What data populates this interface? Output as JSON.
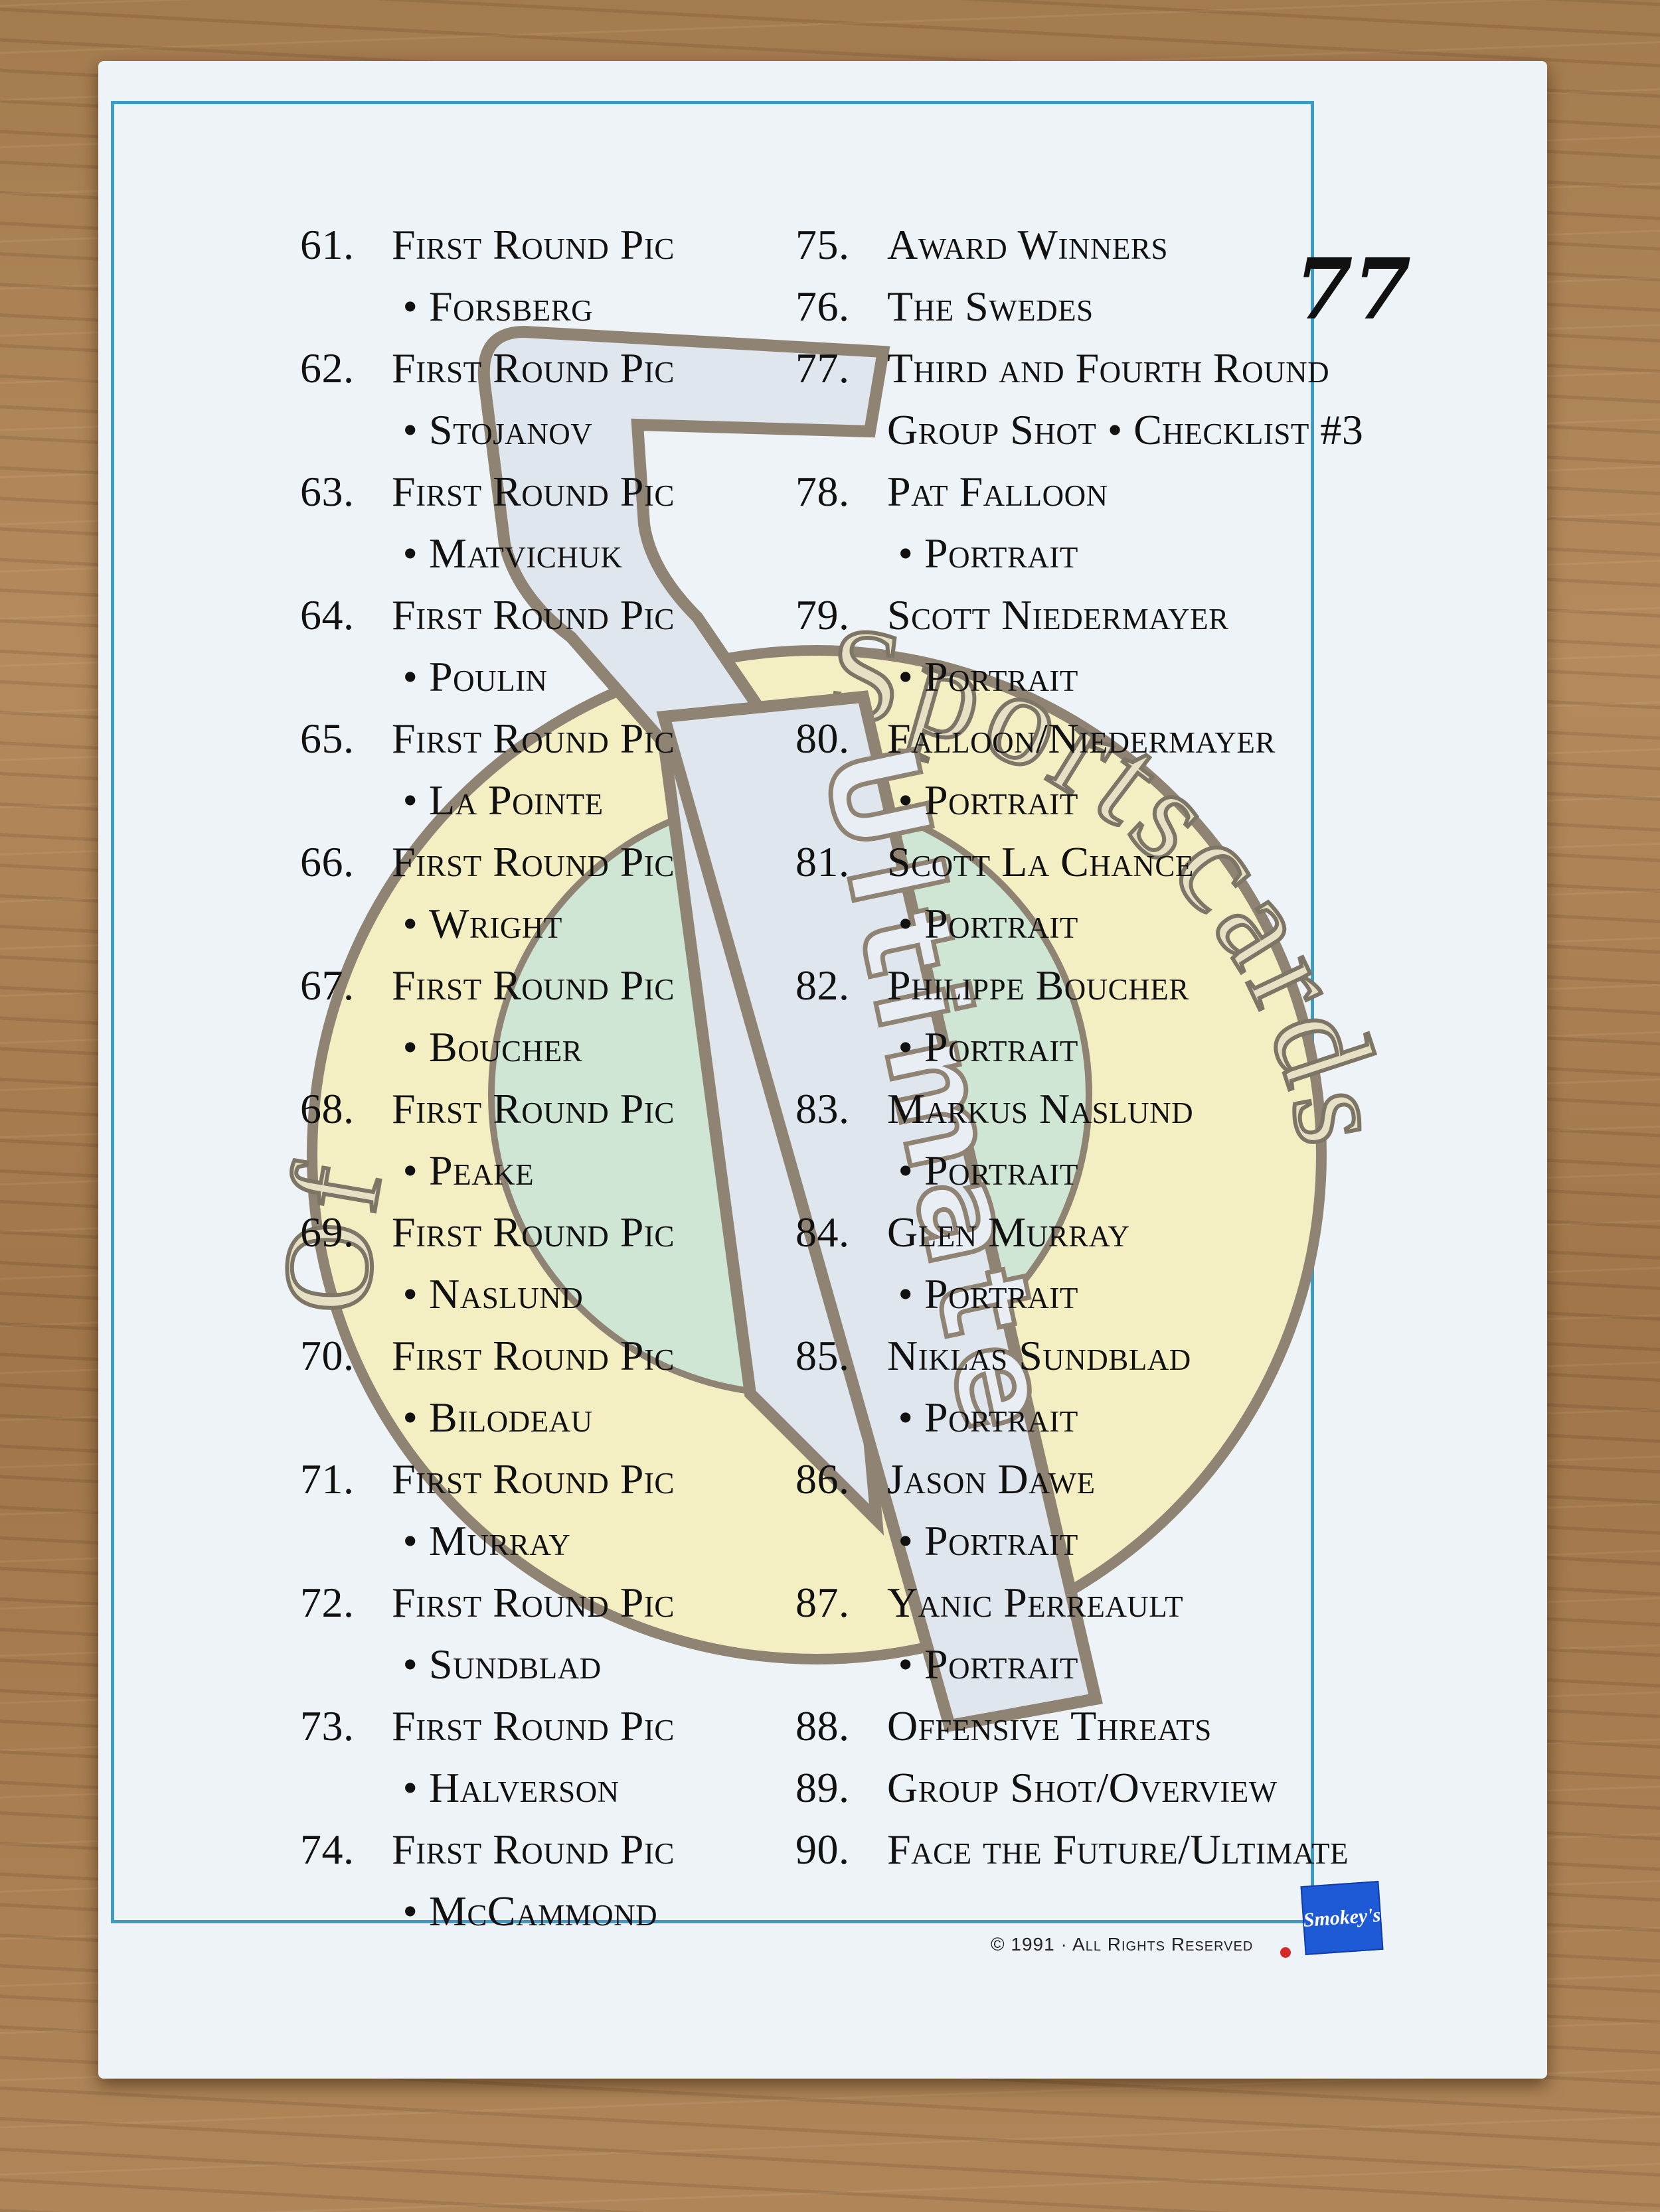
{
  "card": {
    "card_number": "77",
    "left_column": [
      {
        "num": "61.",
        "title": "First Round Pic",
        "sub": "Forsberg"
      },
      {
        "num": "62.",
        "title": "First Round Pic",
        "sub": "Stojanov"
      },
      {
        "num": "63.",
        "title": "First Round Pic",
        "sub": "Matvichuk"
      },
      {
        "num": "64.",
        "title": "First Round Pic",
        "sub": "Poulin"
      },
      {
        "num": "65.",
        "title": "First Round Pic",
        "sub": "La Pointe"
      },
      {
        "num": "66.",
        "title": "First Round Pic",
        "sub": "Wright"
      },
      {
        "num": "67.",
        "title": "First Round Pic",
        "sub": "Boucher"
      },
      {
        "num": "68.",
        "title": "First Round Pic",
        "sub": "Peake"
      },
      {
        "num": "69.",
        "title": "First Round Pic",
        "sub": "Naslund"
      },
      {
        "num": "70.",
        "title": "First Round Pic",
        "sub": "Bilodeau"
      },
      {
        "num": "71.",
        "title": "First Round Pic",
        "sub": "Murray"
      },
      {
        "num": "72.",
        "title": "First Round Pic",
        "sub": "Sundblad"
      },
      {
        "num": "73.",
        "title": "First Round Pic",
        "sub": "Halverson"
      },
      {
        "num": "74.",
        "title": "First Round Pic",
        "sub": "McCammond"
      }
    ],
    "right_column": [
      {
        "num": "75.",
        "title": "Award Winners"
      },
      {
        "num": "76.",
        "title": "The Swedes"
      },
      {
        "num": "77.",
        "title": "Third and Fourth Round",
        "sub_plain": "Group Shot • Checklist #3"
      },
      {
        "num": "78.",
        "title": "Pat Falloon",
        "sub": "Portrait"
      },
      {
        "num": "79.",
        "title": "Scott Niedermayer",
        "sub": "Portrait"
      },
      {
        "num": "80.",
        "title": "Falloon/Niedermayer",
        "sub": "Portrait"
      },
      {
        "num": "81.",
        "title": "Scott La Chance",
        "sub": "Portrait"
      },
      {
        "num": "82.",
        "title": "Philippe Boucher",
        "sub": "Portrait"
      },
      {
        "num": "83.",
        "title": "Markus Naslund",
        "sub": "Portrait"
      },
      {
        "num": "84.",
        "title": "Glen Murray",
        "sub": "Portrait"
      },
      {
        "num": "85.",
        "title": "Niklas Sundblad",
        "sub": "Portrait"
      },
      {
        "num": "86.",
        "title": "Jason Dawe",
        "sub": "Portrait"
      },
      {
        "num": "87.",
        "title": "Yanic Perreault",
        "sub": "Portrait"
      },
      {
        "num": "88.",
        "title": "Offensive Threats"
      },
      {
        "num": "89.",
        "title": "Group Shot/Overview"
      },
      {
        "num": "90.",
        "title": "Face the Future/Ultimate"
      }
    ],
    "bullet": "•",
    "copyright": "© 1991 · All Rights Reserved",
    "logo_texts": {
      "ring_left": "Of",
      "ring_right": "Sportscards",
      "ribbon": "Ultimate"
    },
    "brand_mark": "Smokey's",
    "colors": {
      "frame": "#3d9cc0",
      "card": "#edf3f6",
      "logo_ring": "#f4efc3",
      "logo_center": "#cfe6d4",
      "logo_outline": "#8f8473",
      "brand_box": "#1f5ad6"
    }
  }
}
